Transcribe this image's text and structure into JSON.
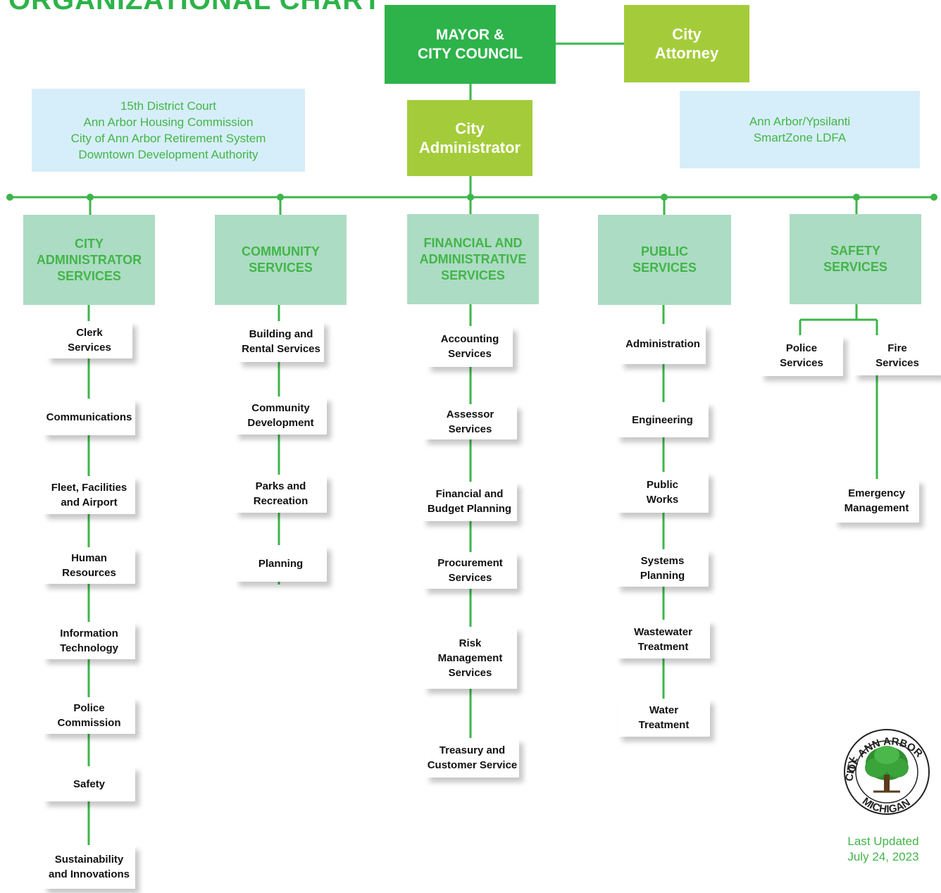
{
  "title": "ORGANIZATIONAL CHART",
  "colors": {
    "green": "#2db34a",
    "lime": "#a4cc3a",
    "light_blue": "#d6eef9",
    "mint": "#acdcc3",
    "line": "#3db54a"
  },
  "mayor": "MAYOR &\nCITY COUNCIL",
  "attorney": "City\nAttorney",
  "administrator": "City\nAdministrator",
  "boards": "15th District Court\nAnn Arbor Housing Commission\nCity of Ann Arbor Retirement System\nDowntown Development Authority",
  "smartzone": "Ann Arbor/Ypsilanti\nSmartZone LDFA",
  "departments": [
    {
      "name": "CITY\nADMINISTRATOR\nSERVICES",
      "units": [
        "Clerk\nServices",
        "Communications",
        "Fleet, Facilities\nand Airport",
        "Human\nResources",
        "Information\nTechnology",
        "Police\nCommission",
        "Safety",
        "Sustainability\nand Innovations"
      ]
    },
    {
      "name": "COMMUNITY\nSERVICES",
      "units": [
        "Building and\nRental Services",
        "Community\nDevelopment",
        "Parks and\nRecreation",
        "Planning"
      ]
    },
    {
      "name": "FINANCIAL AND\nADMINISTRATIVE\nSERVICES",
      "units": [
        "Accounting\nServices",
        "Assessor\nServices",
        "Financial and\nBudget Planning",
        "Procurement\nServices",
        "Risk\nManagement\nServices",
        "Treasury and\nCustomer Service"
      ]
    },
    {
      "name": "PUBLIC\nSERVICES",
      "units": [
        "Administration",
        "Engineering",
        "Public\nWorks",
        "Systems\nPlanning",
        "Wastewater\nTreatment",
        "Water\nTreatment"
      ]
    },
    {
      "name": "SAFETY\nSERVICES",
      "units": [
        "Police\nServices",
        "Fire\nServices",
        "Emergency\nManagement"
      ]
    }
  ],
  "seal": {
    "top_text": "OF ANN ARBOR",
    "left_text": "CITY",
    "bottom_text": "MICHIGAN"
  },
  "last_updated": "Last Updated\nJuly 24, 2023"
}
